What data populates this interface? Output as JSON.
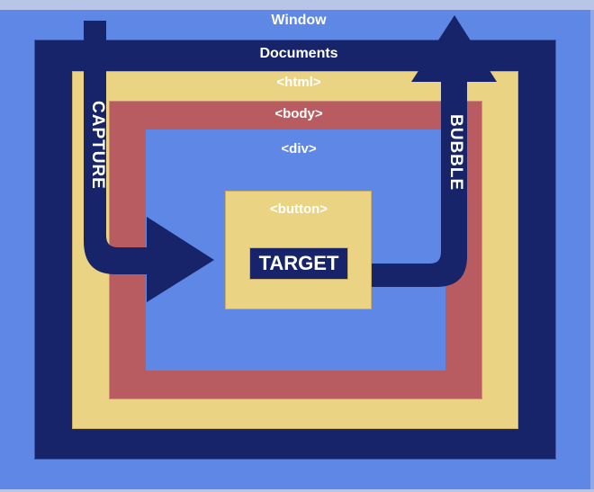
{
  "diagram": {
    "title": "DOM event propagation",
    "layers": [
      {
        "id": "window",
        "label": "Window",
        "color": "#5f87e5"
      },
      {
        "id": "documents",
        "label": "Documents",
        "color": "#172469"
      },
      {
        "id": "html",
        "label": "<html>",
        "color": "#ead382"
      },
      {
        "id": "body",
        "label": "<body>",
        "color": "#b85c61"
      },
      {
        "id": "div",
        "label": "<div>",
        "color": "#5f87e5"
      },
      {
        "id": "button",
        "label": "<button>",
        "color": "#ead382"
      }
    ],
    "target": {
      "label": "TARGET",
      "color": "#172469"
    },
    "arrows": {
      "capture": {
        "label": "CAPTURE",
        "direction": "down-then-right",
        "color": "#172469"
      },
      "bubble": {
        "label": "BUBBLE",
        "direction": "right-then-up",
        "color": "#172469"
      }
    }
  }
}
